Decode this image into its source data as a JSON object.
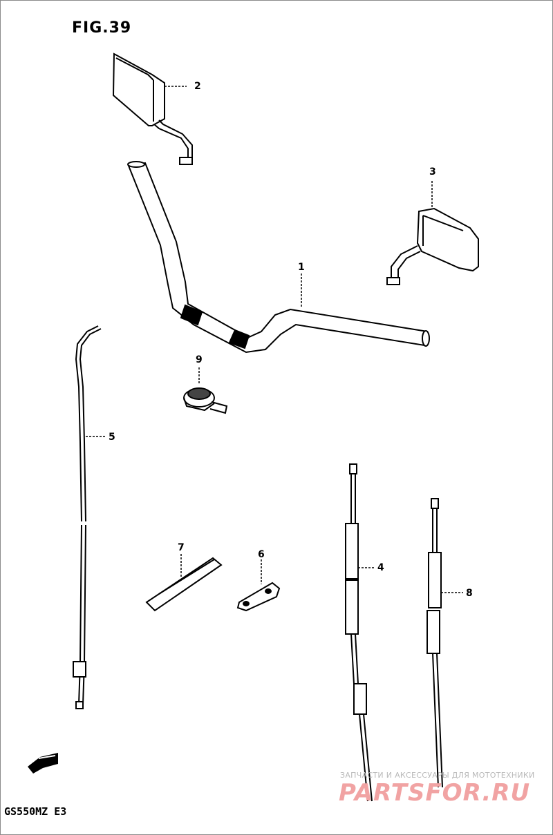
{
  "figure": {
    "title": "FIG.39",
    "model_code": "GS550MZ  E3"
  },
  "parts": [
    {
      "ref": "1",
      "name": "handlebar"
    },
    {
      "ref": "2",
      "name": "left-mirror"
    },
    {
      "ref": "3",
      "name": "right-mirror"
    },
    {
      "ref": "4",
      "name": "clutch-cable"
    },
    {
      "ref": "5",
      "name": "speedometer-cable"
    },
    {
      "ref": "6",
      "name": "clamp"
    },
    {
      "ref": "7",
      "name": "strap"
    },
    {
      "ref": "8",
      "name": "throttle-cable"
    },
    {
      "ref": "9",
      "name": "holder"
    }
  ],
  "watermark": {
    "tagline": "ЗАПЧАСТИ И АКСЕССУАРЫ ДЛЯ МОТОТЕХНИКИ",
    "logo_text": "PARTSFOR.RU",
    "color": "#f1a3a3"
  },
  "colors": {
    "line": "#000000",
    "background": "#ffffff",
    "frame": "#8a8a8a"
  },
  "icons": {
    "front_arrow": "front-direction-arrow-icon"
  }
}
